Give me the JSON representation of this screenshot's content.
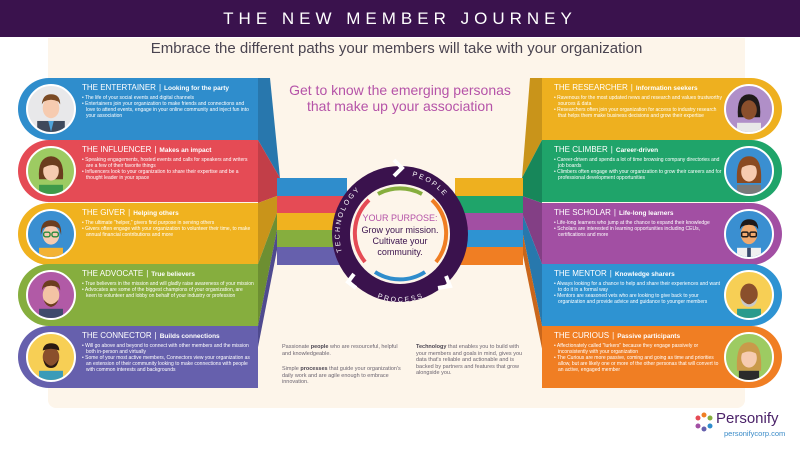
{
  "header": {
    "title": "THE NEW MEMBER JOURNEY"
  },
  "subtitle": "Embrace the different paths your members will take with your organization",
  "center": {
    "heading": "Get to know the emerging personas that make up your association",
    "ring_labels": {
      "top_left": "TECHNOLOGY",
      "top_right": "PEOPLE",
      "bottom": "PROCESS"
    },
    "purpose_label": "YOUR PURPOSE:",
    "purpose_line1": "Grow your mission.",
    "purpose_line2": "Cultivate your",
    "purpose_line3": "community."
  },
  "descriptions": {
    "people": {
      "pre": "Passionate ",
      "bold": "people",
      "post": " who are resourceful, helpful and knowledgeable."
    },
    "processes": {
      "pre": "Simple ",
      "bold": "processes",
      "post": " that guide your organization's daily work and are agile enough to embrace innovation."
    },
    "technology": {
      "pre": "",
      "bold": "Technology",
      "post": " that enables you to build with your members and goals in mind, gives you data that's reliable and actionable and is backed by partners and features that grow alongside you."
    }
  },
  "colors": {
    "header_bg": "#3a124d",
    "cream": "#fdf5ea",
    "blue": "#2f8dcc",
    "red": "#e54b55",
    "yellow": "#f0b21f",
    "green": "#86ae3e",
    "indigo": "#6660ad",
    "gold": "#eeb01f",
    "teal": "#1fa46a",
    "purple": "#a24fa3",
    "sky": "#2e93d2",
    "orange": "#f07e23",
    "heading_pink": "#b553a8"
  },
  "personas_left": [
    {
      "name": "THE ENTERTAINER",
      "tagline": "Looking for the party",
      "bullets": [
        "The life of your social events and digital channels",
        "Entertainers join your organization to make friends and connections and love to attend events, engage in your online community and inject fun into your association"
      ]
    },
    {
      "name": "THE INFLUENCER",
      "tagline": "Makes an impact",
      "bullets": [
        "Speaking engagements, hosted events and calls for speakers and writers are a few of their favorite things",
        "Influencers look to your organization to share their expertise and be a thought leader in your space"
      ]
    },
    {
      "name": "THE GIVER",
      "tagline": "Helping others",
      "bullets": [
        "The ultimate \"helper,\" givers find purpose in serving others",
        "Givers often engage with your organization to volunteer their time, to make annual financial contributions and more"
      ]
    },
    {
      "name": "THE ADVOCATE",
      "tagline": "True believers",
      "bullets": [
        "True believers in the mission and will gladly raise awareness of your mission",
        "Advocates are some of the biggest champions of your organization, are keen to volunteer and lobby on behalf of your industry or profession"
      ]
    },
    {
      "name": "THE CONNECTOR",
      "tagline": "Builds connections",
      "bullets": [
        "Will go above and beyond to connect with other members and the mission both in-person and virtually",
        "Some of your most active members, Connectors view your organization as an extension of their community looking to make connections with people with common interests and backgrounds"
      ]
    }
  ],
  "personas_right": [
    {
      "name": "THE RESEARCHER",
      "tagline": "Information seekers",
      "bullets": [
        "Ravenous for the most updated news and research and values trustworthy sources & data",
        "Researchers often join your organization for access to industry research that helps them make business decisions and grow their expertise"
      ]
    },
    {
      "name": "THE CLIMBER",
      "tagline": "Career-driven",
      "bullets": [
        "Career-driven and spends a lot of time browsing company directories and job boards",
        "Climbers often engage with your organization to grow their careers and for professional development opportunities"
      ]
    },
    {
      "name": "THE SCHOLAR",
      "tagline": "Life-long learners",
      "bullets": [
        "Life-long learners who jump at the chance to expand their knowledge",
        "Scholars are interested in learning opportunities including CEUs, certifications and more"
      ]
    },
    {
      "name": "THE MENTOR",
      "tagline": "Knowledge sharers",
      "bullets": [
        "Always looking for a chance to help and share their experiences and want to do it in a formal way",
        "Mentors are seasoned vets who are looking to give back to your organization and provide advice and guidance to younger members"
      ]
    },
    {
      "name": "THE CURIOUS",
      "tagline": "Passive participants",
      "bullets": [
        "Affectionately called \"lurkers\" because they engage passively or inconsistently with your organization",
        "The Curious are more passive, coming and going as time and priorities allow, but are likely one or more of the other personas that will convert to an active, engaged member"
      ]
    }
  ],
  "logo": {
    "name": "Personify",
    "url": "personifycorp.com"
  }
}
